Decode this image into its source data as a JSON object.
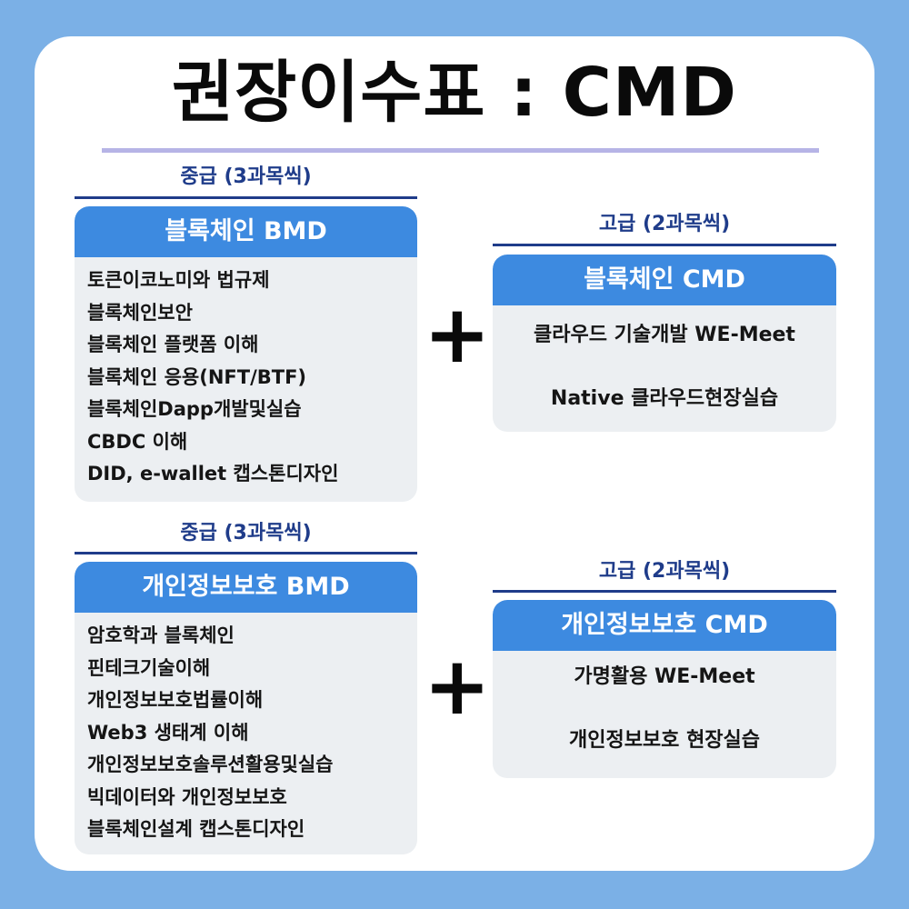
{
  "title": "권장이수표 : CMD",
  "colors": {
    "background": "#7bb0e6",
    "card": "#ffffff",
    "header": "#3d8ae0",
    "level_text": "#1f3c8a",
    "box": "#eceff2",
    "title_rule": "#b6b4e6"
  },
  "sections": [
    {
      "intermediate": {
        "level": "중급 (3과목씩)",
        "header": "블록체인 BMD",
        "items": [
          "토큰이코노미와 법규제",
          "블록체인보안",
          "블록체인 플랫폼 이해",
          "블록체인 응용(NFT/BTF)",
          "블록체인Dapp개발및실습",
          "CBDC 이해",
          "DID, e-wallet 캡스톤디자인"
        ]
      },
      "plus": "+",
      "advanced": {
        "level": "고급 (2과목씩)",
        "header": "블록체인 CMD",
        "items": [
          "클라우드 기술개발 WE-Meet",
          "Native 클라우드현장실습"
        ]
      }
    },
    {
      "intermediate": {
        "level": "중급 (3과목씩)",
        "header": "개인정보보호 BMD",
        "items": [
          "암호학과 블록체인",
          "핀테크기술이해",
          "개인정보보호법률이해",
          "Web3 생태계 이해",
          "개인정보보호솔루션활용및실습",
          "빅데이터와 개인정보보호",
          "블록체인설계 캡스톤디자인"
        ]
      },
      "plus": "+",
      "advanced": {
        "level": "고급 (2과목씩)",
        "header": "개인정보보호 CMD",
        "items": [
          "가명활용 WE-Meet",
          "개인정보보호 현장실습"
        ]
      }
    }
  ]
}
